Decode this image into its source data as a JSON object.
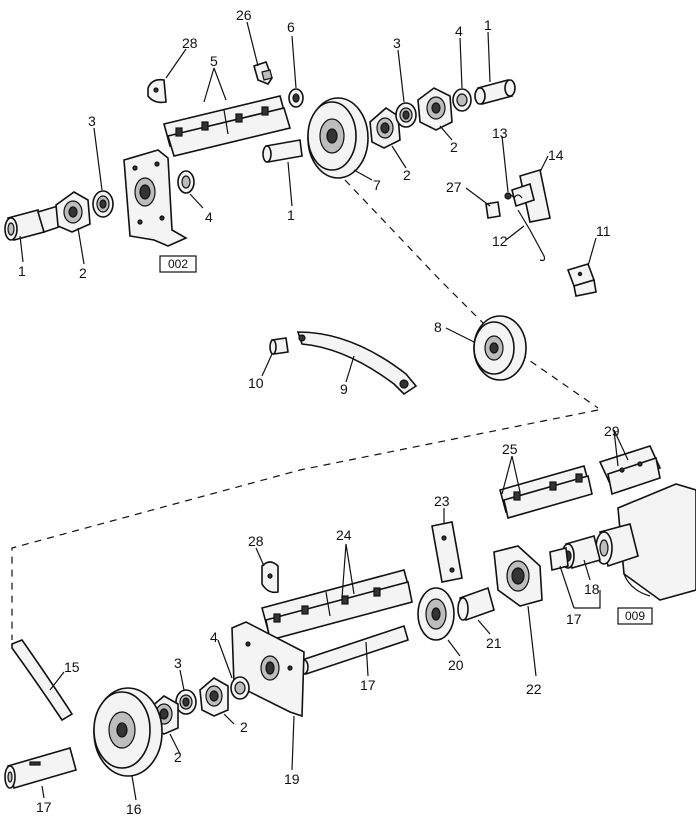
{
  "callouts": [
    "1",
    "2",
    "3",
    "4",
    "5",
    "6",
    "7",
    "8",
    "9",
    "10",
    "11",
    "12",
    "13",
    "14",
    "15",
    "16",
    "17",
    "18",
    "19",
    "20",
    "21",
    "22",
    "23",
    "24",
    "25",
    "26",
    "27",
    "28",
    "29"
  ],
  "refs": [
    "002",
    "009"
  ],
  "colors": {
    "ink": "#111111",
    "paper": "#ffffff"
  }
}
